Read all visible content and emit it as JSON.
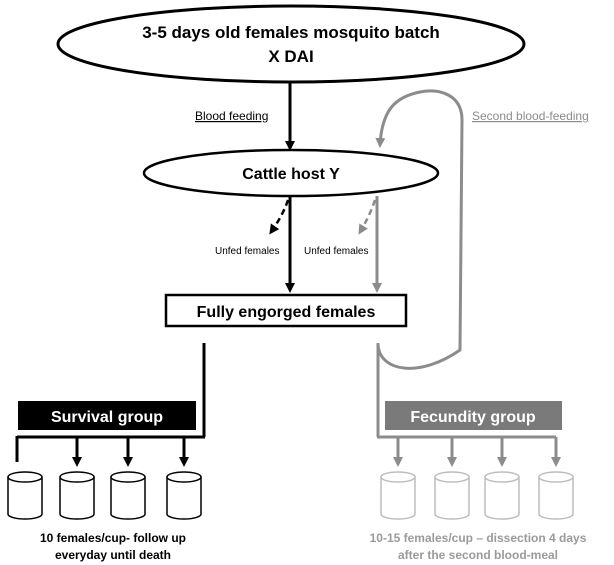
{
  "top_node": {
    "line1": "3-5 days old females mosquito batch",
    "line2": "X DAI"
  },
  "cattle_node": {
    "label": "Cattle host Y"
  },
  "engorged_node": {
    "label": "Fully engorged females"
  },
  "edges": {
    "blood_feeding": "Blood feeding",
    "second_blood_feeding": "Second blood-feeding",
    "unfed_left": "Unfed females",
    "unfed_right": "Unfed females"
  },
  "survival": {
    "title": "Survival group",
    "caption_line1": "10 females/cup- follow up",
    "caption_line2": "everyday until death"
  },
  "fecundity": {
    "title": "Fecundity group",
    "caption_line1": "10-15 females/cup – dissection 4 days",
    "caption_line2": "after the second blood-meal"
  },
  "colors": {
    "black": "#000000",
    "gray": "#8c8c8c",
    "fecundity_fill": "#7a7a7a",
    "light_cup": "#bdbdbd",
    "fecundity_caption": "#9a9a9a"
  }
}
